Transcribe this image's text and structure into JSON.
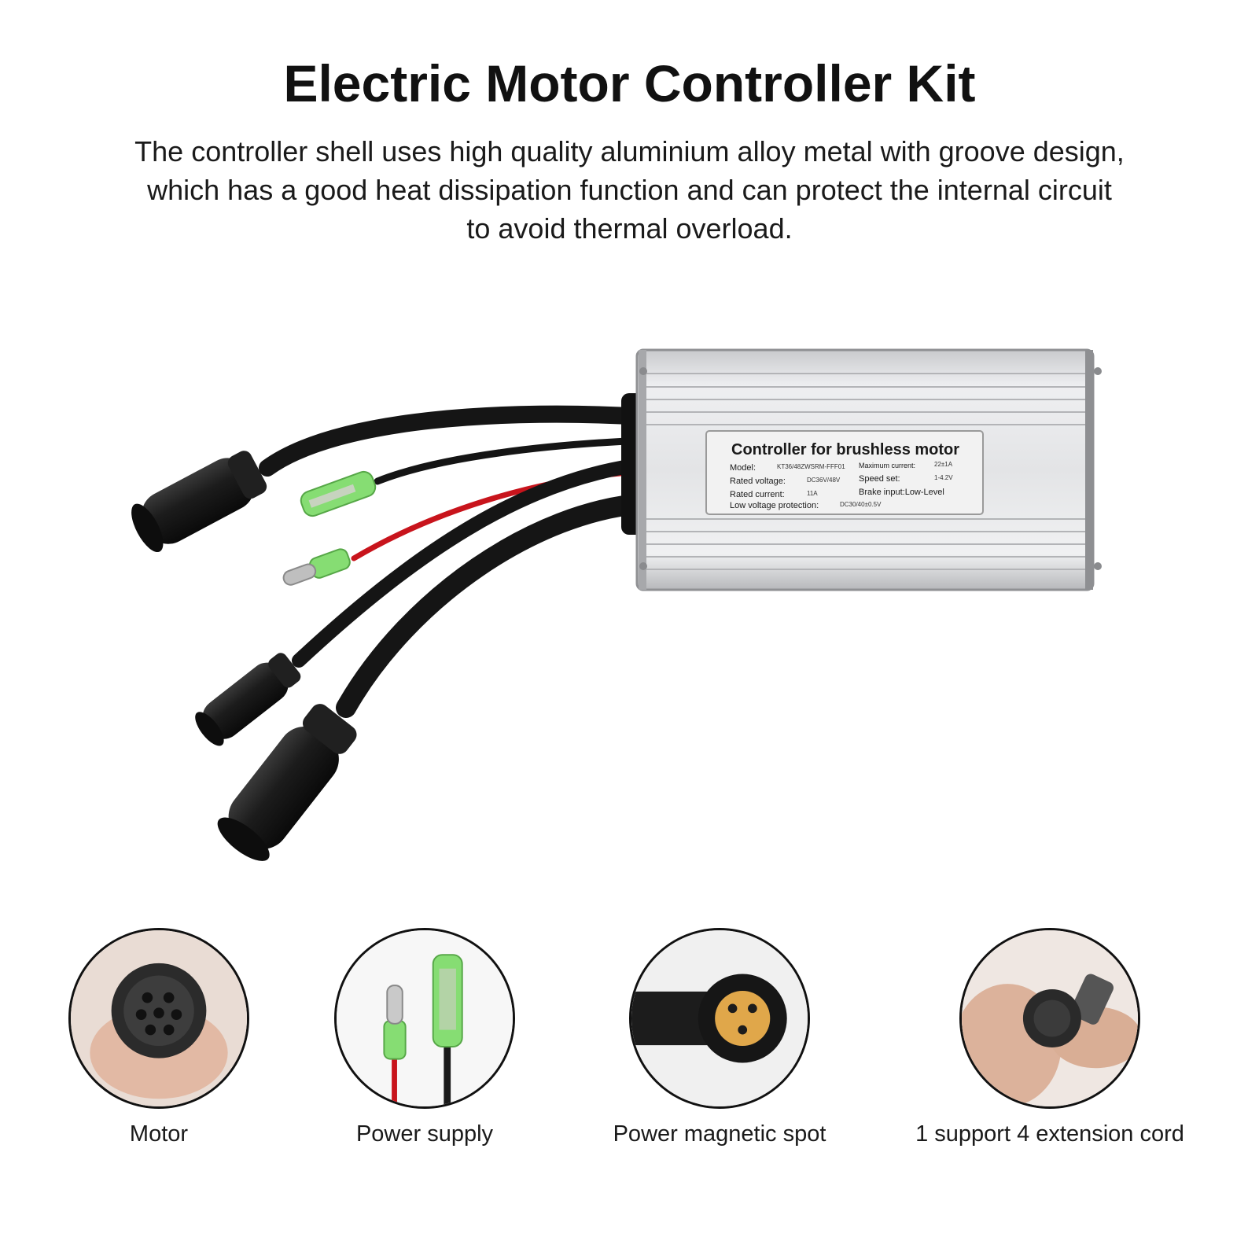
{
  "title": "Electric Motor Controller Kit",
  "description": {
    "line1": "The controller shell uses high quality aluminium alloy metal with groove design,",
    "line2": "which has a good heat dissipation function and can protect the internal circuit",
    "line3": "to avoid thermal overload."
  },
  "controller_label": {
    "heading": "Controller for brushless motor",
    "model_label": "Model:",
    "model_value": "KT36/48ZWSRM-FFF01",
    "rated_voltage_label": "Rated voltage:",
    "rated_voltage_value": "DC36V/48V",
    "rated_current_label": "Rated current:",
    "rated_current_value": "11A",
    "low_voltage_label": "Low voltage protection:",
    "low_voltage_value": "DC30/40±0.5V",
    "max_current_label": "Maximum current:",
    "max_current_value": "22±1A",
    "speed_set_label": "Speed set:",
    "speed_set_value": "1-4.2V",
    "brake_input": "Brake input:Low-Level"
  },
  "features": [
    {
      "label": "Motor",
      "icon": "motor-connector-icon"
    },
    {
      "label": "Power supply",
      "icon": "power-plug-icon"
    },
    {
      "label": "Power magnetic spot",
      "icon": "magnetic-connector-icon"
    },
    {
      "label": "1 support 4 extension cord",
      "icon": "extension-connector-icon"
    }
  ],
  "colors": {
    "background": "#ffffff",
    "text": "#111111",
    "housing": "#d9dadc",
    "cable": "#1a1a1a",
    "red_wire": "#c8141c",
    "connector_green": "#7fd46a",
    "connector_core": "#e0a74a"
  }
}
